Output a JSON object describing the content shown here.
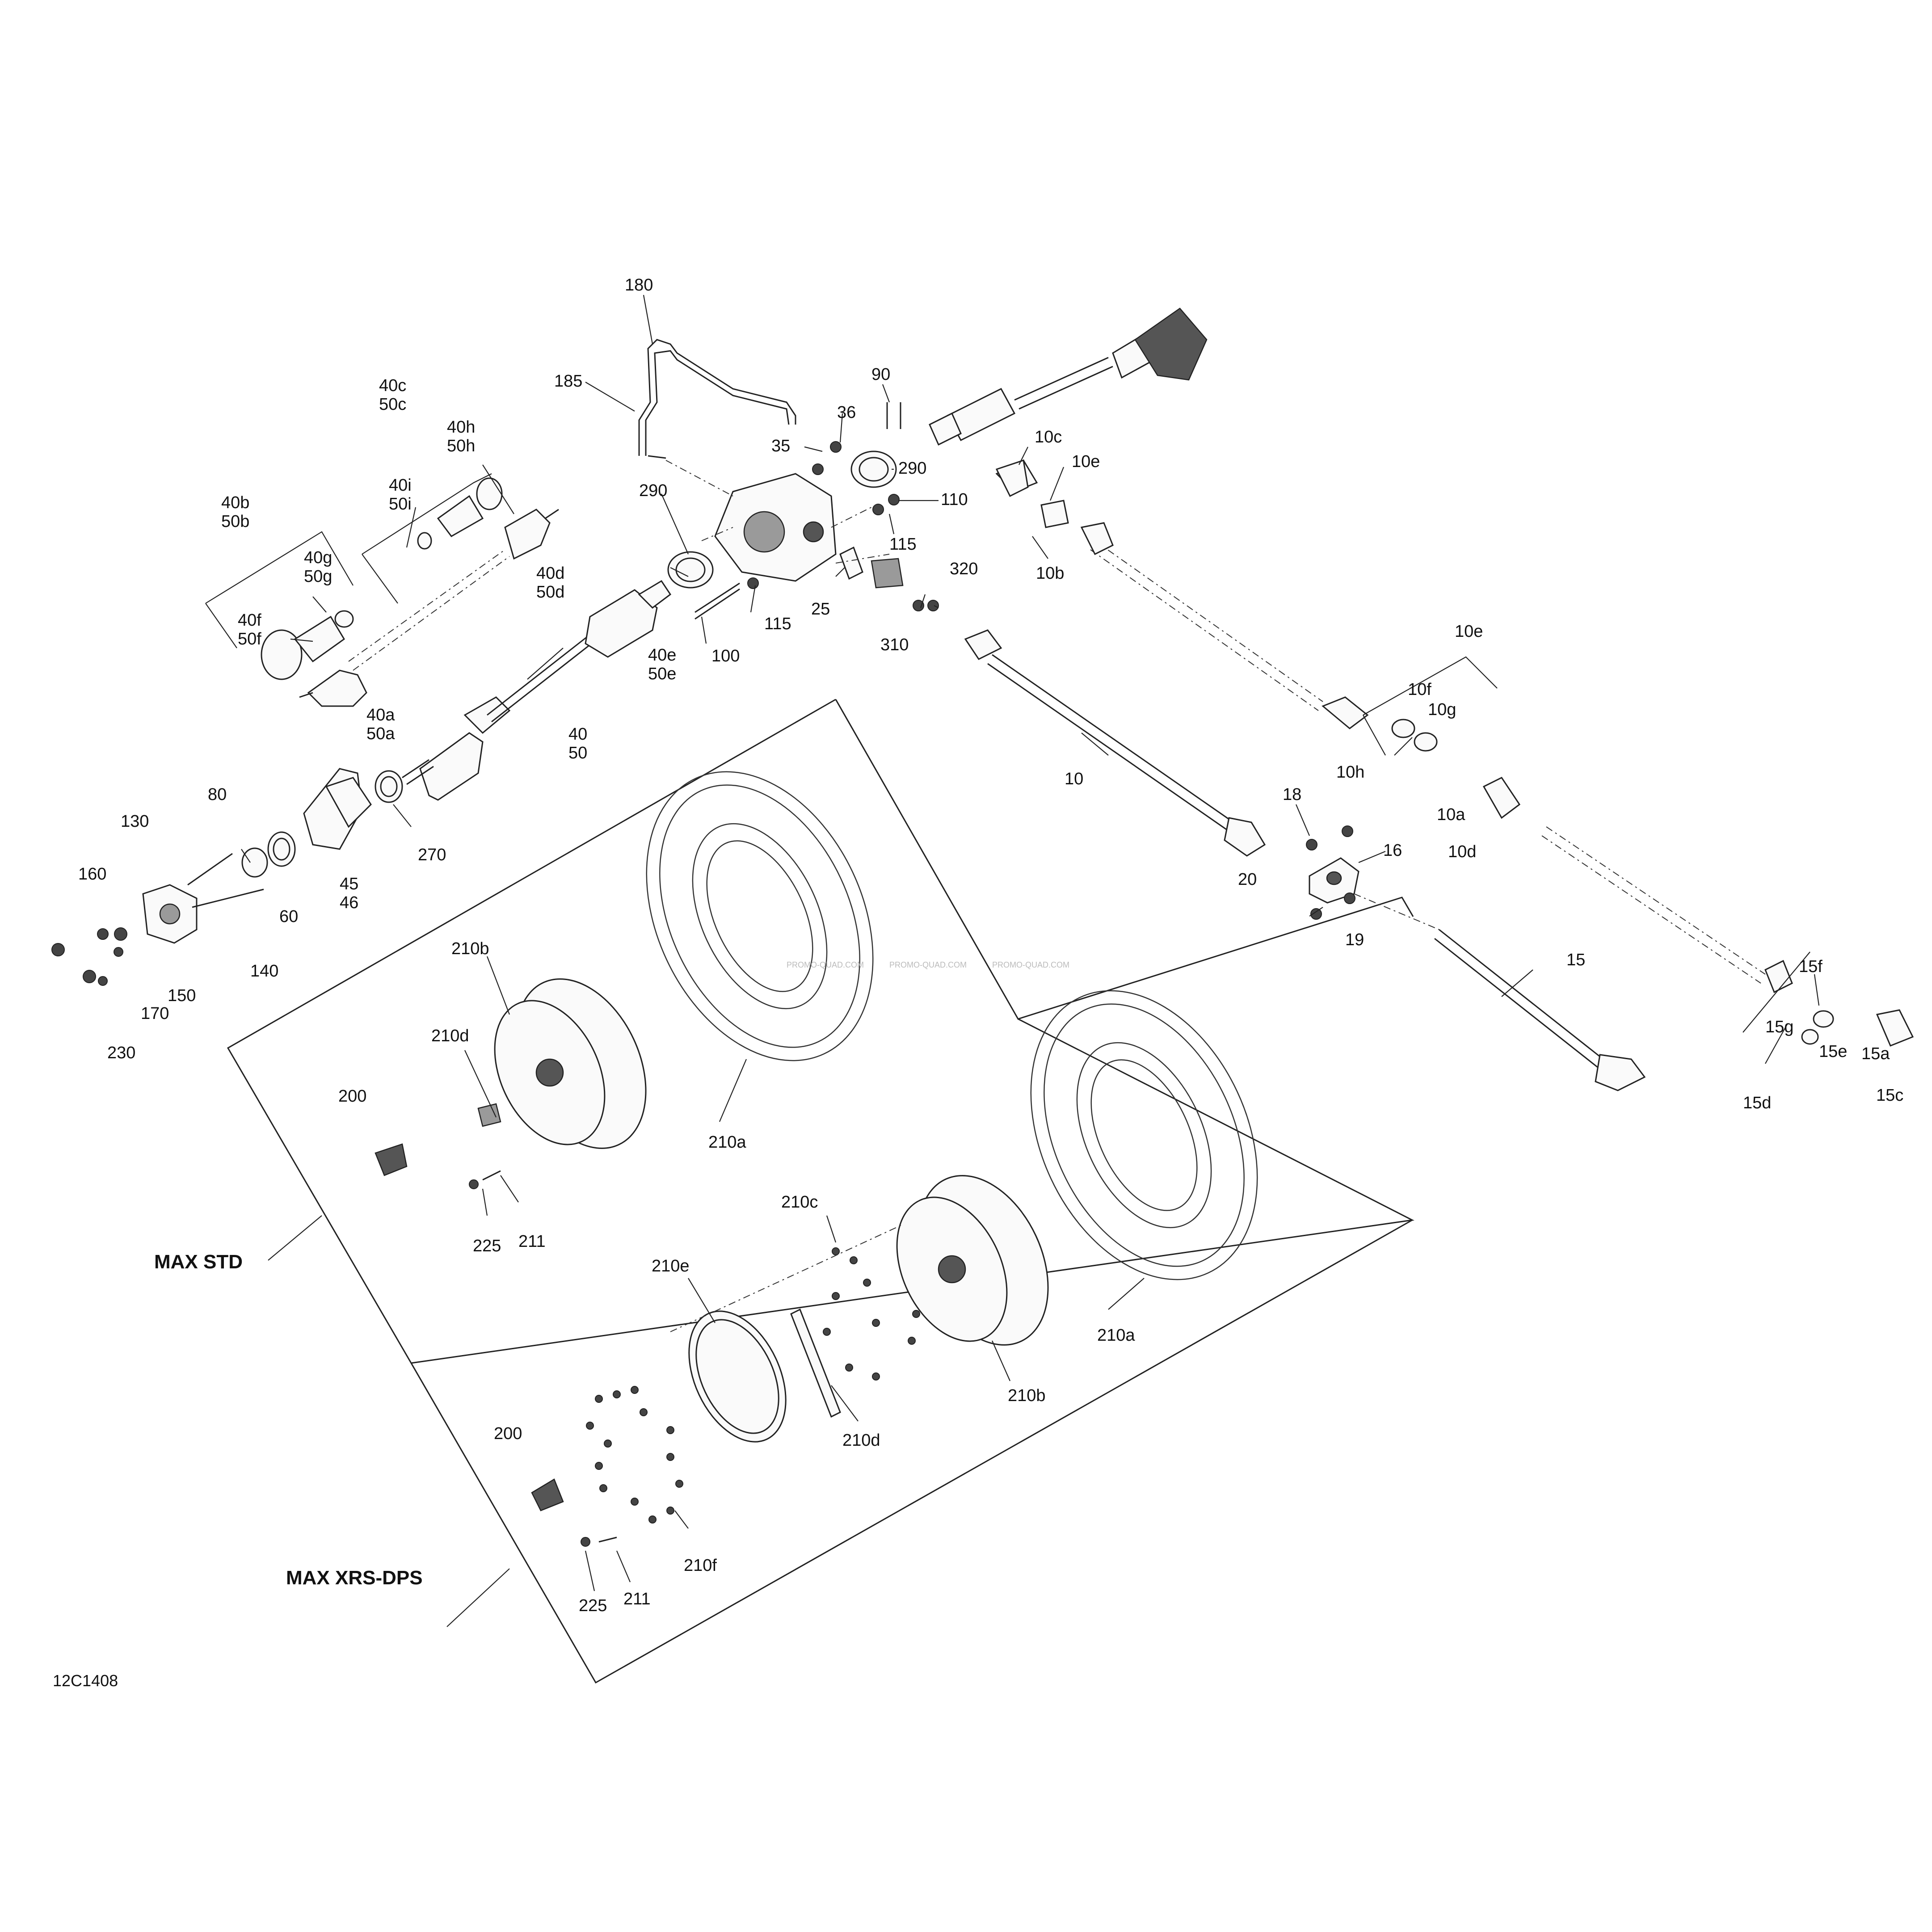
{
  "diagram_code": "12C1408",
  "sections": [
    {
      "id": "max-std",
      "label": "MAX STD"
    },
    {
      "id": "max-xrs-dps",
      "label": "MAX XRS-DPS"
    }
  ],
  "labels": {
    "l180": "180",
    "l185": "185",
    "l90": "90",
    "l36": "36",
    "l35": "35",
    "l290a": "290",
    "l290b": "290",
    "l110": "110",
    "l115a": "115",
    "l115b": "115",
    "l25": "25",
    "l100": "100",
    "l310": "310",
    "l320": "320",
    "l40c": "40c",
    "l50c": "50c",
    "l40h": "40h",
    "l50h": "50h",
    "l40i": "40i",
    "l50i": "50i",
    "l40d": "40d",
    "l50d": "50d",
    "l40b": "40b",
    "l50b": "50b",
    "l40g": "40g",
    "l50g": "50g",
    "l40f": "40f",
    "l50f": "50f",
    "l40a": "40a",
    "l50a": "50a",
    "l40e": "40e",
    "l50e": "50e",
    "l40": "40",
    "l50": "50",
    "l80": "80",
    "l130": "130",
    "l270": "270",
    "l45": "45",
    "l46": "46",
    "l60": "60",
    "l160": "160",
    "l140": "140",
    "l150": "150",
    "l170": "170",
    "l230": "230",
    "l10c": "10c",
    "l10e": "10e",
    "l10b": "10b",
    "l10e2": "10e",
    "l10f": "10f",
    "l10g": "10g",
    "l10h": "10h",
    "l10a": "10a",
    "l10d": "10d",
    "l10": "10",
    "l18": "18",
    "l16": "16",
    "l20": "20",
    "l19": "19",
    "l15": "15",
    "l15f": "15f",
    "l15g": "15g",
    "l15e": "15e",
    "l15a": "15a",
    "l15c": "15c",
    "l15d": "15d",
    "l210b": "210b",
    "l210d": "210d",
    "l200": "200",
    "l210a": "210a",
    "l225": "225",
    "l211": "211",
    "l210c": "210c",
    "l210e": "210e",
    "l210a2": "210a",
    "l210b2": "210b",
    "l210d2": "210d",
    "l2002": "200",
    "l210f": "210f",
    "l2252": "225",
    "l2112": "211"
  },
  "watermark": "PROMO-QUAD.COM"
}
